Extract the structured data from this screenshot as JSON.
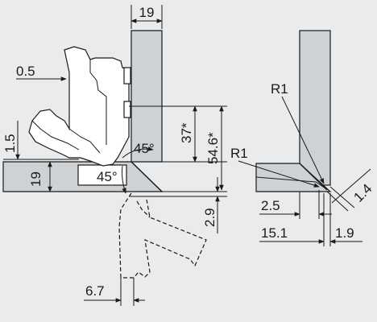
{
  "colors": {
    "background": "#e9ebec",
    "panel": "#cfd2d4",
    "hinge_fill": "#ffffff",
    "line": "#1a1a1a"
  },
  "labels": {
    "top_width": "19",
    "arm_thickness": "0.5",
    "offset_left": "1.5",
    "door_thickness": "19",
    "angle_upper": "45°",
    "angle_lower": "45°",
    "height_37": "37*",
    "height_54": "54.6*",
    "gap_bottom": "2.9",
    "dim_6_7": "6.7",
    "r1_left": "R1",
    "r1_right": "R1",
    "dim_2_5": "2.5",
    "dim_15_1": "15.1",
    "dim_1_9": "1.9",
    "dim_1_4": "1.4"
  }
}
